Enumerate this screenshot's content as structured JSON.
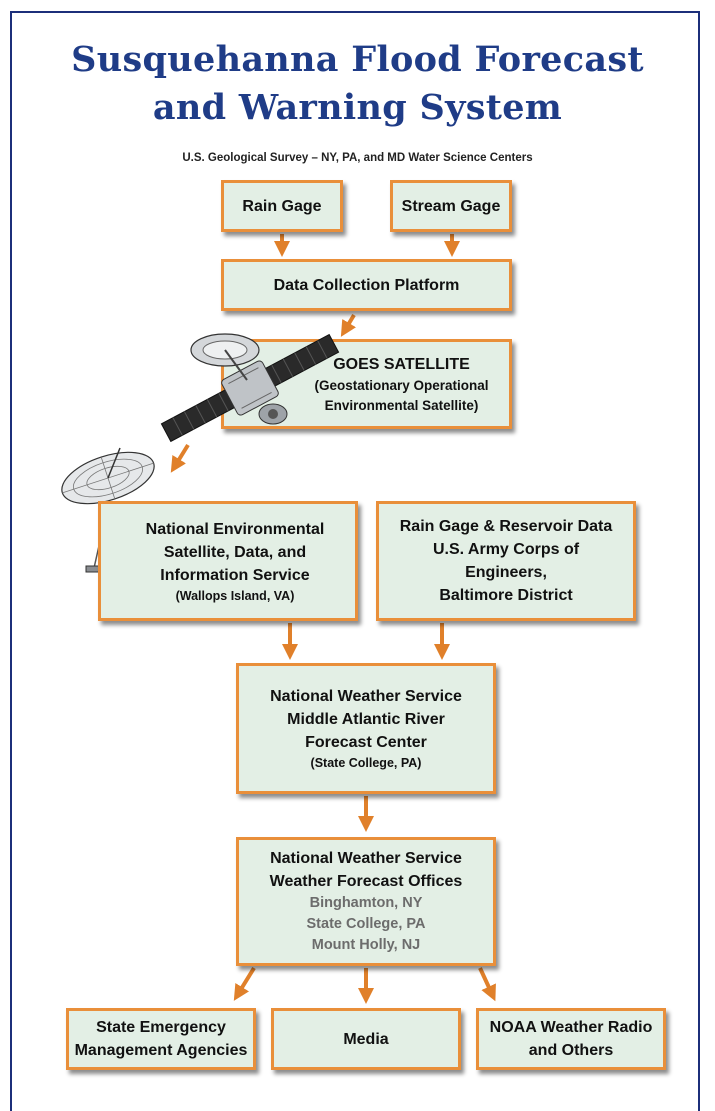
{
  "title": "Susquehanna Flood Forecast\nand Warning System",
  "subtitle": "U.S. Geological Survey – NY, PA, and MD Water Science Centers",
  "nodes": {
    "rain_gage": {
      "label": "Rain Gage"
    },
    "stream_gage": {
      "label": "Stream Gage"
    },
    "dcp": {
      "label": "Data Collection Platform"
    },
    "goes": {
      "label": "GOES SATELLITE",
      "detail": "(Geostationary Operational\nEnvironmental Satellite)"
    },
    "nesdis": {
      "label": "National Environmental\nSatellite, Data, and\nInformation Service",
      "detail": "(Wallops Island, VA)"
    },
    "usace": {
      "label": "Rain Gage & Reservoir Data\nU.S. Army Corps of\nEngineers,\nBaltimore District"
    },
    "marfc": {
      "label": "National Weather Service\nMiddle Atlantic River\nForecast Center",
      "detail": "(State College, PA)"
    },
    "wfo": {
      "label": "National Weather Service\nWeather Forecast Offices",
      "offices": [
        "Binghamton, NY",
        "State College, PA",
        "Mount Holly, NJ"
      ]
    },
    "state_ema": {
      "label": "State Emergency\nManagement Agencies"
    },
    "media": {
      "label": "Media"
    },
    "noaa_radio": {
      "label": "NOAA Weather Radio\nand Others"
    }
  },
  "colors": {
    "title": "#1f3c87",
    "box_fill": "#e3efe5",
    "box_border": "#e98f3a",
    "arrow": "#e0802a",
    "frame": "#1c2f7a"
  },
  "icons": [
    "satellite-icon",
    "satellite-dish-icon"
  ]
}
